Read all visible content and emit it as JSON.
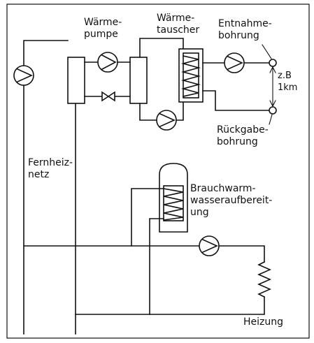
{
  "labels": {
    "heat_pump": "Wärme-\npumpe",
    "heat_exchanger": "Wärme-\ntauscher",
    "extraction_well": "Entnahme-\nbohrung",
    "distance": "z.B\n1km",
    "return_well": "Rückgabe-\nbohrung",
    "district_heating": "Fernheiz-\nnetz",
    "hot_water": "Brauchwarm-\nwasseraufbereit-\nung",
    "heating": "Heizung"
  },
  "colors": {
    "line": "#111111",
    "background": "#ffffff"
  }
}
